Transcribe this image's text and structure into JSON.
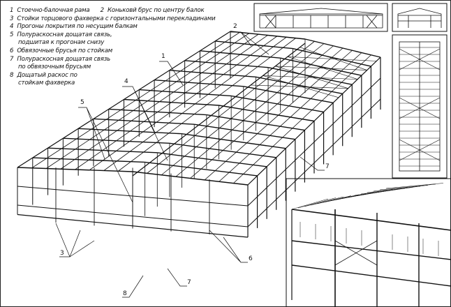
{
  "legend": {
    "items": [
      {
        "num": "1",
        "text": "Стоечно-балочная рама"
      },
      {
        "num": "2",
        "text": "Коньковй брус по центру балок"
      },
      {
        "num": "3",
        "text": "Стойки торцового фахверка с горизонтальными перекладинами"
      },
      {
        "num": "4",
        "text": "Прогоны покрытия по несущим балкам"
      },
      {
        "num": "5",
        "text": "Полураскосная дощатая связь,",
        "text2": "подшитая к прогонам снизу"
      },
      {
        "num": "6",
        "text": "Обвязочные брусья по стойкам"
      },
      {
        "num": "7",
        "text": "Полураскосная дощатая связь",
        "text2": "по обвязочным брусьям"
      },
      {
        "num": "8",
        "text": "Дощатый раскос по",
        "text2": "стойкам фахверка"
      }
    ]
  },
  "callouts": {
    "c1": "1",
    "c2": "2",
    "c3": "3",
    "c4": "4",
    "c5": "5",
    "c6": "6",
    "c7a": "7",
    "c7b": "7",
    "c8": "8"
  }
}
